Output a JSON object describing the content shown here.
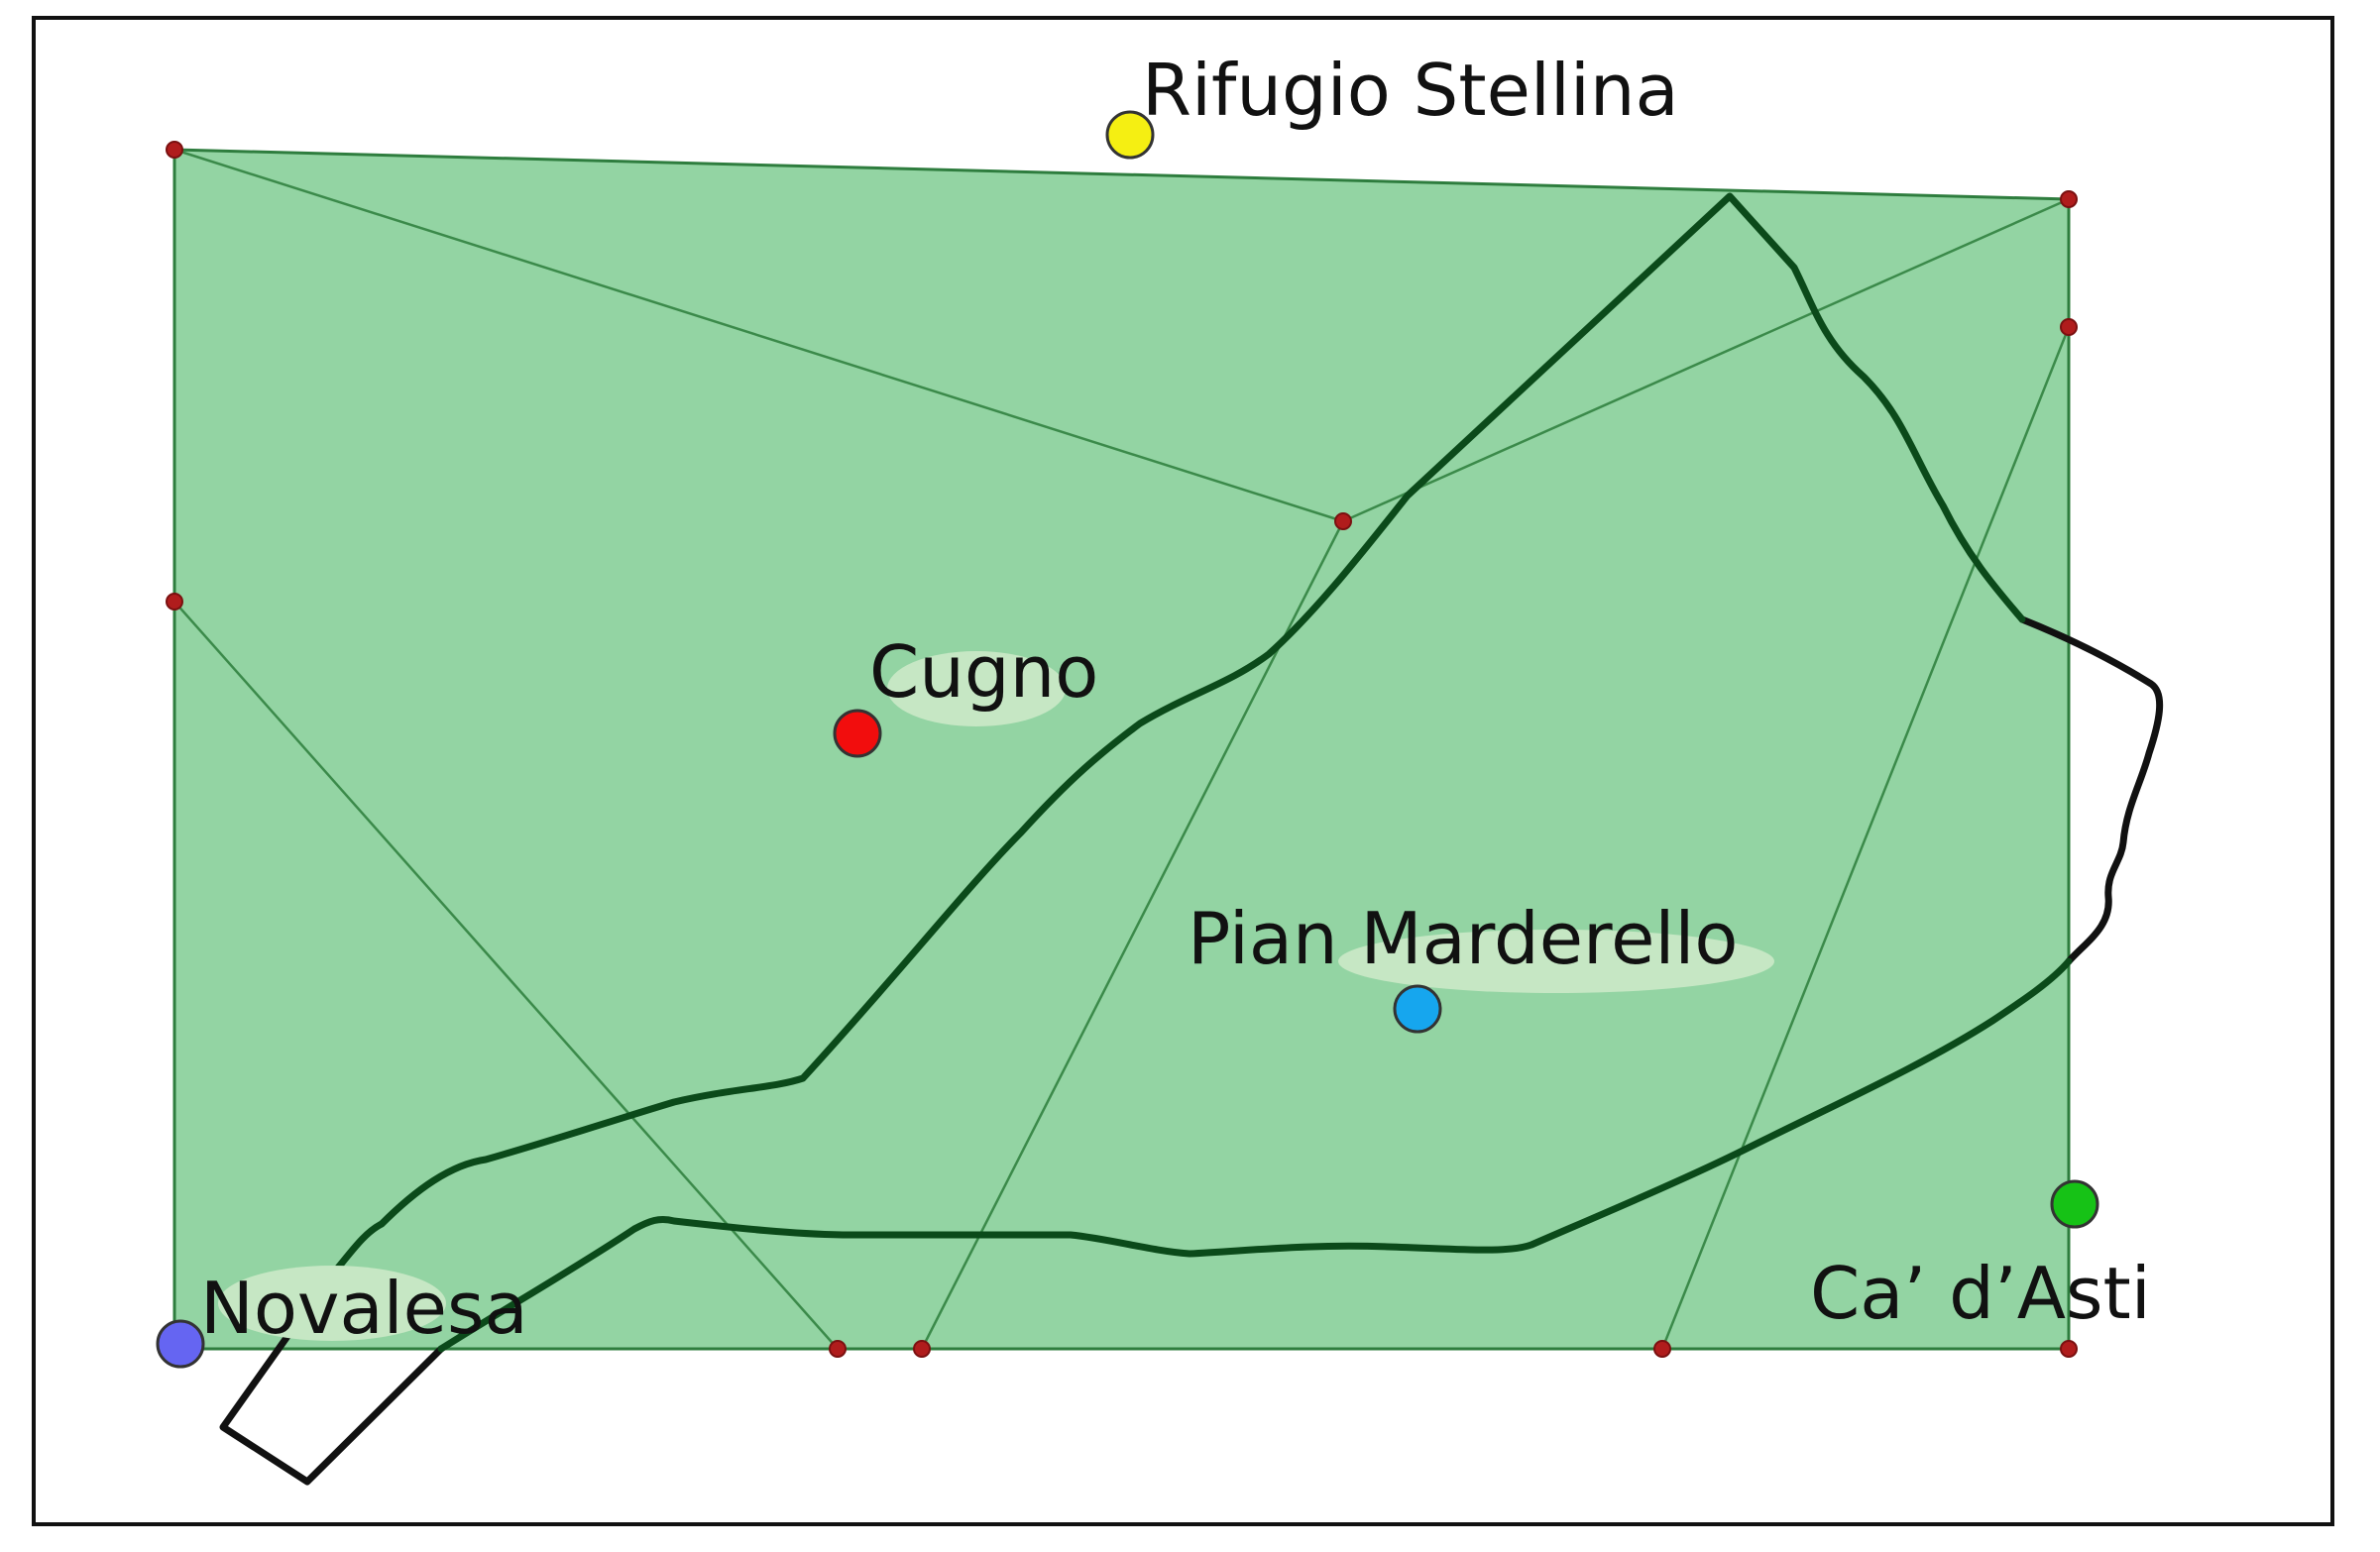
{
  "map": {
    "colors": {
      "area_fill": "#93d4a3",
      "area_edge": "#2e7d3e",
      "triangulation_line": "#3b8a4a",
      "vertex": "#b01c1c",
      "route": "#0b4a1a",
      "outline": "#111111",
      "label_halo": "#c6e7c4"
    },
    "places": [
      {
        "name": "Rifugio Stellina",
        "color": "#f5ef12"
      },
      {
        "name": "Cugno",
        "color": "#f20d0d"
      },
      {
        "name": "Pian Marderello",
        "color": "#16a6ee"
      },
      {
        "name": "Ca’ d’Asti",
        "color": "#16c216"
      },
      {
        "name": "Novalesa",
        "color": "#6565f2"
      }
    ]
  }
}
